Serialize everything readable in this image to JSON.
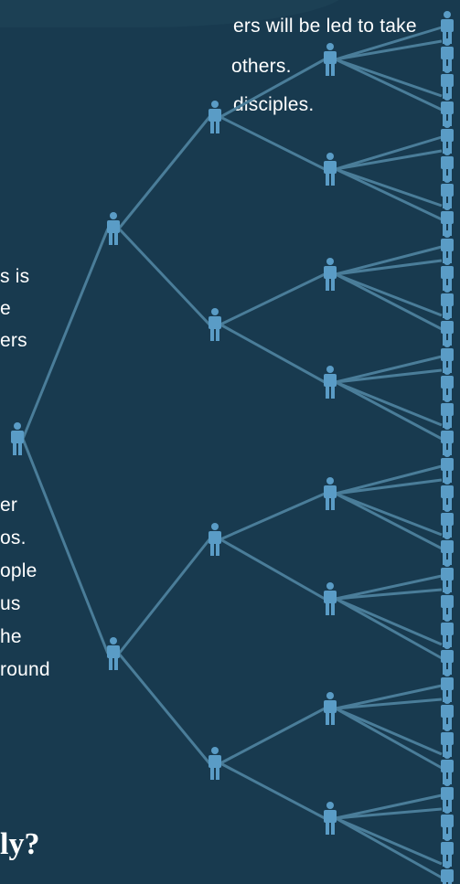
{
  "text": {
    "top_lines": [
      "ers will be led to take",
      " others.",
      "disciples."
    ],
    "middle_lines": [
      "s is",
      "e",
      "ers"
    ],
    "lower_lines": [
      "er",
      "os.",
      "ople",
      "us",
      "he",
      "round"
    ],
    "heading": "ly?"
  },
  "colors": {
    "background": "#183a4f",
    "figure": "#5a9cc6",
    "line": "#4a7d99",
    "text": "#ffffff"
  },
  "tree": {
    "generations": 6,
    "node_icon": "person-icon"
  }
}
